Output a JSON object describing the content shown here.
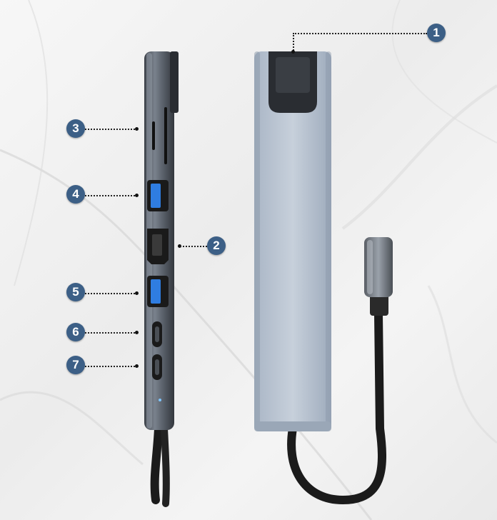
{
  "callouts": [
    {
      "id": "1",
      "label": "1"
    },
    {
      "id": "2",
      "label": "2"
    },
    {
      "id": "3",
      "label": "3"
    },
    {
      "id": "4",
      "label": "4"
    },
    {
      "id": "5",
      "label": "5"
    },
    {
      "id": "6",
      "label": "6"
    },
    {
      "id": "7",
      "label": "7"
    }
  ],
  "colors": {
    "badge": "#3c5f86",
    "hub_body": "#b9c4d2",
    "hub_side": "#59606b",
    "usb_blue": "#2f7de1",
    "cable": "#1b1b1b"
  },
  "icons": {
    "ethernet_port": "rj45-port-icon",
    "hdmi_port": "hdmi-port-icon",
    "usb_a_port": "usb-a-port-icon",
    "usb_c_port": "usb-c-port-icon",
    "card_slot": "card-slot-icon"
  }
}
